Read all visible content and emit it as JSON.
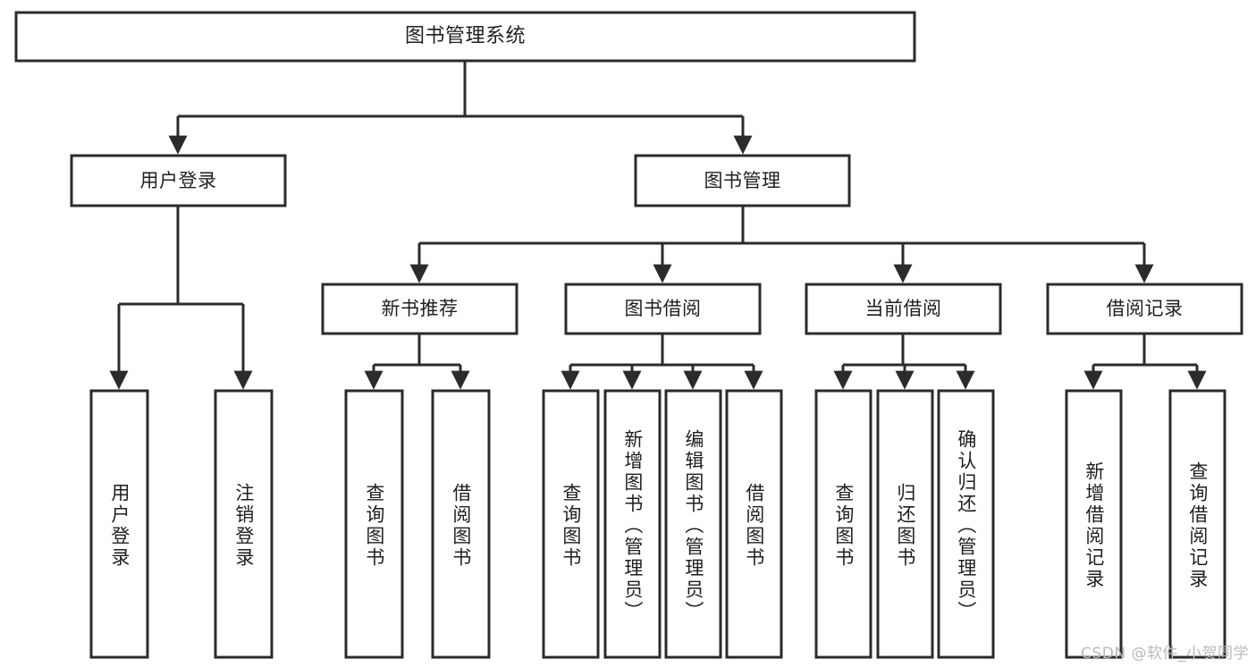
{
  "diagram": {
    "type": "tree-hierarchy",
    "title": "图书管理系统",
    "watermark": "CSDN @软件_小贺同学",
    "colors": {
      "stroke": "#2b2b2b",
      "fill": "#ffffff",
      "text": "#1f1f1f",
      "watermark": "#b9b9b9",
      "background": "#ffffff"
    },
    "levels": {
      "root": {
        "label": "图书管理系统"
      },
      "level2": [
        {
          "id": "user-login",
          "label": "用户登录"
        },
        {
          "id": "book-management",
          "label": "图书管理"
        }
      ],
      "level3": [
        {
          "id": "new-book-recommend",
          "label": "新书推荐",
          "parent": "book-management"
        },
        {
          "id": "book-borrow",
          "label": "图书借阅",
          "parent": "book-management"
        },
        {
          "id": "current-borrow",
          "label": "当前借阅",
          "parent": "book-management"
        },
        {
          "id": "borrow-record",
          "label": "借阅记录",
          "parent": "book-management"
        }
      ],
      "leaves": [
        {
          "id": "leaf-user-login",
          "label": "用户登录",
          "parent": "user-login"
        },
        {
          "id": "leaf-logout-login",
          "label": "注销登录",
          "parent": "user-login"
        },
        {
          "id": "leaf-query-book-1",
          "label": "查询图书",
          "parent": "new-book-recommend"
        },
        {
          "id": "leaf-borrow-book-1",
          "label": "借阅图书",
          "parent": "new-book-recommend"
        },
        {
          "id": "leaf-query-book-2",
          "label": "查询图书",
          "parent": "book-borrow"
        },
        {
          "id": "leaf-add-book",
          "label": "新增图书（管理员）",
          "parent": "book-borrow"
        },
        {
          "id": "leaf-edit-book",
          "label": "编辑图书（管理员）",
          "parent": "book-borrow"
        },
        {
          "id": "leaf-borrow-book-2",
          "label": "借阅图书",
          "parent": "book-borrow"
        },
        {
          "id": "leaf-query-book-3",
          "label": "查询图书",
          "parent": "current-borrow"
        },
        {
          "id": "leaf-return-book",
          "label": "归还图书",
          "parent": "current-borrow"
        },
        {
          "id": "leaf-confirm-return",
          "label": "确认归还（管理员）",
          "parent": "current-borrow"
        },
        {
          "id": "leaf-add-record",
          "label": "新增借阅记录",
          "parent": "borrow-record"
        },
        {
          "id": "leaf-query-record",
          "label": "查询借阅记录",
          "parent": "borrow-record"
        }
      ]
    }
  }
}
